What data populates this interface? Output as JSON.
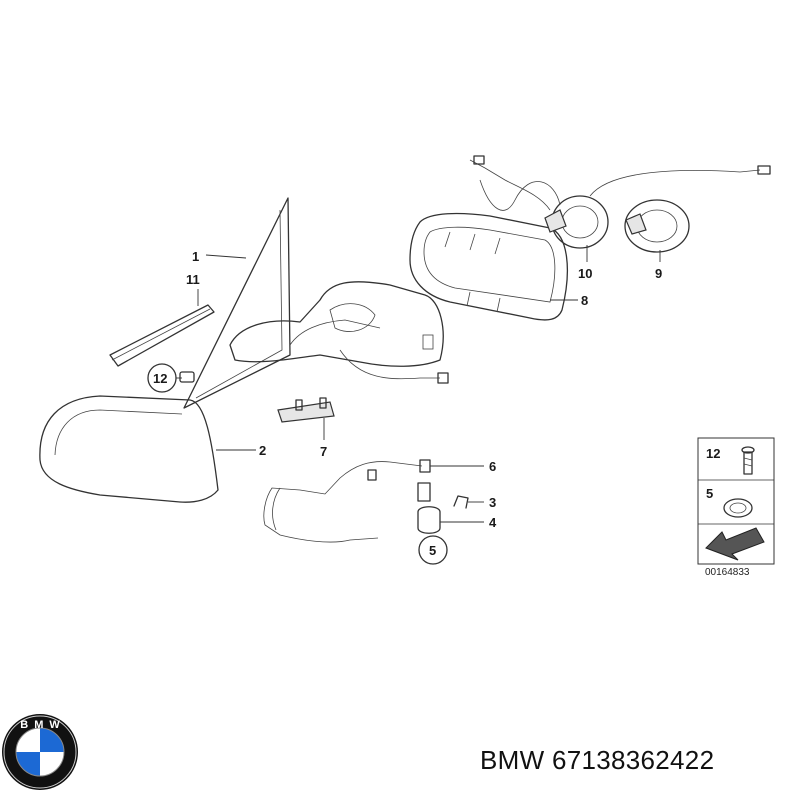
{
  "callouts": [
    {
      "label": "1"
    },
    {
      "label": "11"
    },
    {
      "label": "12"
    },
    {
      "label": "2"
    },
    {
      "label": "7"
    },
    {
      "label": "6"
    },
    {
      "label": "3"
    },
    {
      "label": "4"
    },
    {
      "label": "5"
    },
    {
      "label": "8"
    },
    {
      "label": "10"
    },
    {
      "label": "9"
    }
  ],
  "legend": {
    "items": [
      {
        "label": "12"
      },
      {
        "label": "5"
      }
    ],
    "diagram_id": "00164833"
  },
  "logo": {
    "text": "BMW"
  },
  "caption": "BMW 67138362422",
  "colors": {
    "line": "#333333",
    "logo_blue": "#1c69d4",
    "logo_ring": "#111111"
  }
}
